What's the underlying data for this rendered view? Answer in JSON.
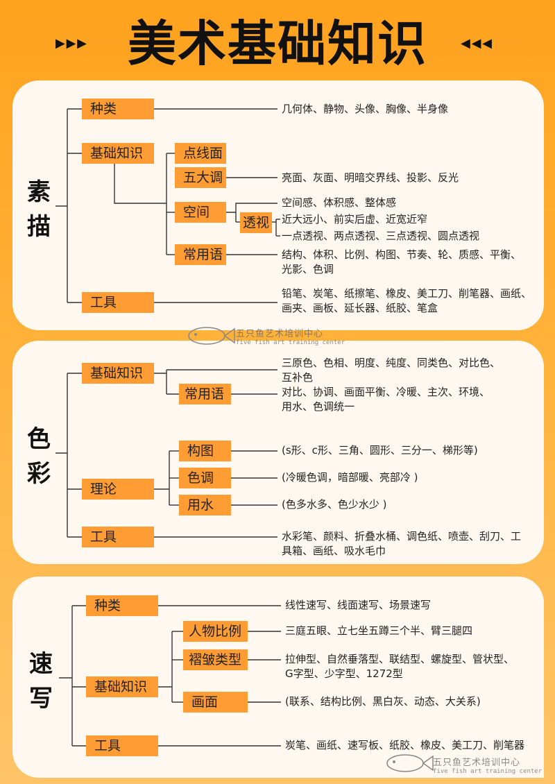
{
  "title": "美术基础知识",
  "sections": {
    "sketch": {
      "title": [
        "素",
        "描"
      ],
      "nodes": {
        "types": "种类",
        "basics": "基础知识",
        "point_line_plane": "点线面",
        "five_tones": "五大调",
        "space": "空间",
        "perspective": "透视",
        "common_terms": "常用语",
        "tools": "工具"
      },
      "leaves": {
        "types": "几何体、静物、头像、胸像、半身像",
        "five_tones": "亮面、灰面、明暗交界线、投影、反光",
        "space_1": "空间感、体积感、整体感",
        "perspective_1": "近大远小、前实后虚、近宽近窄",
        "perspective_2": "一点透视、两点透视、三点透视、圆点透视",
        "common_terms": "结构、体积、比例、构图、节奏、轮、质感、平衡、\n光影、色调",
        "tools": "铅笔、炭笔、纸擦笔、橡皮、美工刀、削笔器、画纸、\n画夹、画板、延长器、纸胶、笔盒"
      }
    },
    "color": {
      "title": [
        "色",
        "彩"
      ],
      "nodes": {
        "basics": "基础知识",
        "common_terms": "常用语",
        "theory": "理论",
        "composition": "构图",
        "tone": "色调",
        "water": "用水",
        "tools": "工具"
      },
      "leaves": {
        "basics": "三原色、色相、明度、纯度、同类色、对比色、\n互补色",
        "common_terms": "对比、协调、画面平衡、冷暖、主次、环境、\n用水、色调统一",
        "composition": "(s形、c形、三角、圆形、三分一、梯形等)",
        "tone": "(冷暖色调，暗部暖、亮部冷 )",
        "water": "(色多水多、色少水少 )",
        "tools": "水彩笔、颜料、折叠水桶、调色纸、喷壶、刮刀、工\n具箱、画纸、吸水毛巾"
      }
    },
    "speed": {
      "title": [
        "速",
        "写"
      ],
      "nodes": {
        "types": "种类",
        "basics": "基础知识",
        "proportion": "人物比例",
        "folds": "褶皱类型",
        "picture": "画面",
        "tools": "工具"
      },
      "leaves": {
        "types": "线性速写、线面速写、场景速写",
        "proportion": "三庭五眼、立七坐五蹲三个半、臂三腿四",
        "folds": "拉伸型、自然垂落型、联结型、螺旋型、管状型、\nG字型、少字型、1272型",
        "picture": "(联系、结构比例、黑白灰、动态、大关系)",
        "tools": "炭笔、画纸、速写板、纸胶、橡皮、美工刀、削笔器"
      }
    }
  },
  "watermark": {
    "cn": "五只鱼艺术培训中心",
    "en": "five fish art training center"
  },
  "colors": {
    "background": "#ffa21e",
    "card": "#fff8f0",
    "node": "#ff9d34"
  }
}
